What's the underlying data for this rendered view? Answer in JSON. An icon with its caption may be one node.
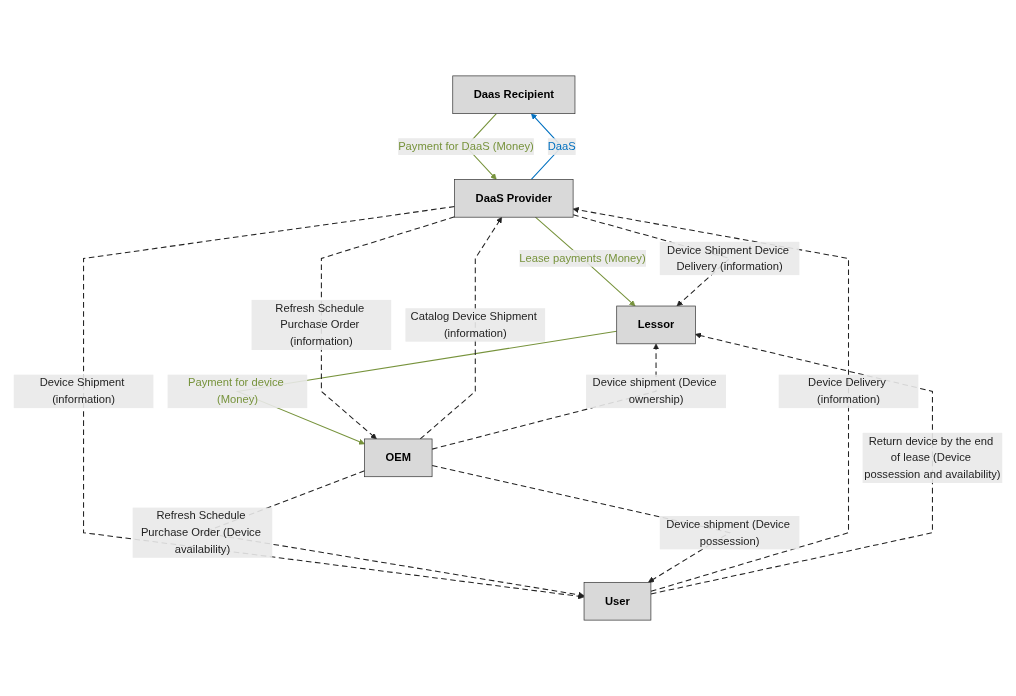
{
  "diagram": {
    "nodes": [
      {
        "text": [
          "Daas Recipient"
        ]
      },
      {
        "text": [
          "DaaS Provider"
        ]
      },
      {
        "text": [
          "OEM"
        ]
      },
      {
        "text": [
          "Lessor"
        ]
      },
      {
        "text": [
          "User"
        ]
      }
    ],
    "edges": [
      {
        "from": 1,
        "to": 0,
        "arrow": "to",
        "label": "DaaS",
        "color": "#0070c0"
      },
      {
        "from": 0,
        "to": 1,
        "arrow": "to",
        "label": "Payment for DaaS (Money)",
        "color": "#77933c"
      },
      {
        "from": 1,
        "to": 3,
        "arrow": "to",
        "label": "Lease payments (Money)",
        "color": "#77933c"
      },
      {
        "from": 3,
        "to": 2,
        "arrow": "to",
        "label": "Payment for device (Money)",
        "color": "#77933c"
      },
      {
        "from": 1,
        "to": 2,
        "arrow": "to",
        "label": "Refresh Schedule Purchase Order (information)",
        "style": "dashed"
      },
      {
        "from": 2,
        "to": 1,
        "arrow": "to",
        "label": "Catalog Device Shipment (information)",
        "style": "dashed"
      },
      {
        "from": 1,
        "to": 3,
        "arrow": "to",
        "label": "Device Shipment Device Delivery (information)",
        "style": "dashed"
      },
      {
        "from": 4,
        "to": 1,
        "arrow": "to",
        "label": "Device Delivery (information)",
        "style": "dashed"
      },
      {
        "from": 1,
        "to": 4,
        "arrow": "to",
        "label": "Device Shipment (information)",
        "style": "dashed"
      },
      {
        "from": 2,
        "to": 3,
        "arrow": "to",
        "label": "Device shipment (Device ownership)",
        "style": "dashed"
      },
      {
        "from": 2,
        "to": 4,
        "arrow": "to",
        "label": "Refresh Schedule Purchase Order (Device availability)",
        "style": "dashed"
      },
      {
        "from": 2,
        "to": 4,
        "arrow": "to",
        "label": "Device shipment (Device possession)",
        "style": "dashed"
      },
      {
        "from": 4,
        "to": 3,
        "arrow": "to",
        "label": "Return device by the end of lease (Device possession and availability)",
        "style": "dashed"
      }
    ]
  }
}
